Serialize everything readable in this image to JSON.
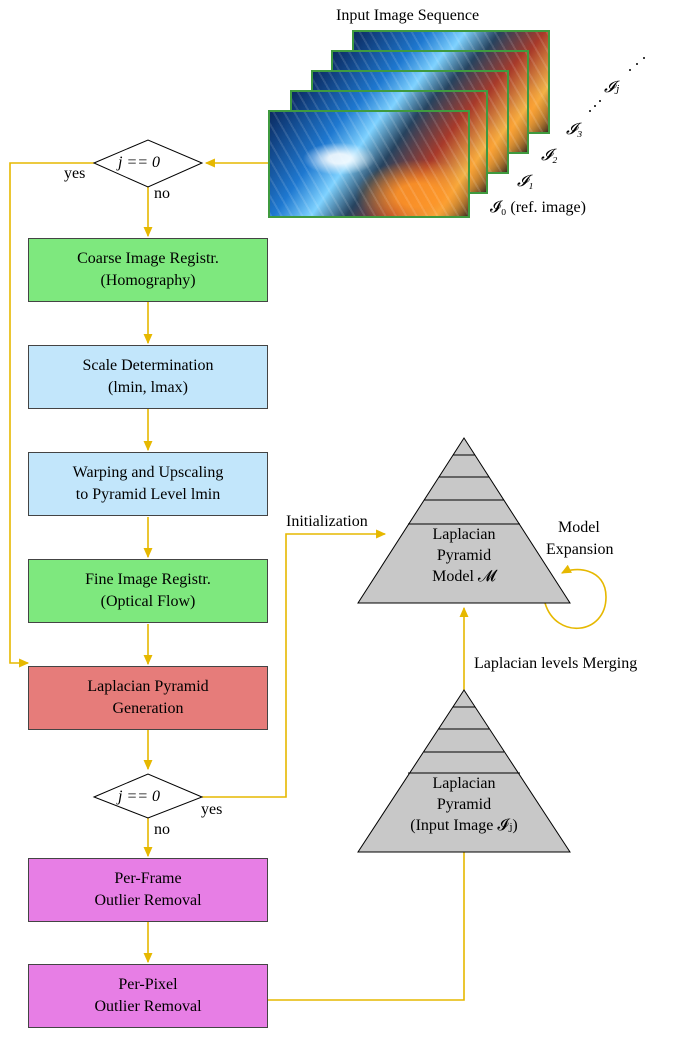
{
  "sequence": {
    "title": "Input Image Sequence",
    "labels": {
      "ij": "𝓘ⱼ",
      "i3": "𝓘₃",
      "i2": "𝓘₂",
      "i1": "𝓘₁",
      "i0": "𝓘₀ (ref. image)"
    }
  },
  "decisions": {
    "top": {
      "cond": "j == 0",
      "yes": "yes",
      "no": "no"
    },
    "bottom": {
      "cond": "j == 0",
      "yes": "yes",
      "no": "no"
    }
  },
  "steps": {
    "coarse": {
      "line1": "Coarse Image Registr.",
      "line2": "(Homography)"
    },
    "scale": {
      "line1": "Scale Determination",
      "line2": "(lmin, lmax)"
    },
    "warp": {
      "line1": "Warping and Upscaling",
      "line2": "to Pyramid Level lmin"
    },
    "fine": {
      "line1": "Fine Image Registr.",
      "line2": "(Optical Flow)"
    },
    "laplacian": {
      "line1": "Laplacian Pyramid",
      "line2": "Generation"
    },
    "frame_outlier": {
      "line1": "Per-Frame",
      "line2": "Outlier Removal"
    },
    "pixel_outlier": {
      "line1": "Per-Pixel",
      "line2": "Outlier Removal"
    }
  },
  "model_pyramid": {
    "line1": "Laplacian",
    "line2": "Pyramid",
    "line3": "Model 𝓜"
  },
  "input_pyramid": {
    "line1": "Laplacian",
    "line2": "Pyramid",
    "line3": "(Input Image 𝓘ⱼ)"
  },
  "edge_labels": {
    "initialization": "Initialization",
    "model_expansion_1": "Model",
    "model_expansion_2": "Expansion",
    "merging": "Laplacian levels Merging"
  },
  "colors": {
    "arrow": "#e6b800",
    "coarse_fine": "#7ee87e",
    "scale_warp": "#c2e6fb",
    "laplacian_generation": "#e67c7a",
    "outlier_removal": "#e77ee5",
    "pyramid": "#c8c8c8"
  }
}
